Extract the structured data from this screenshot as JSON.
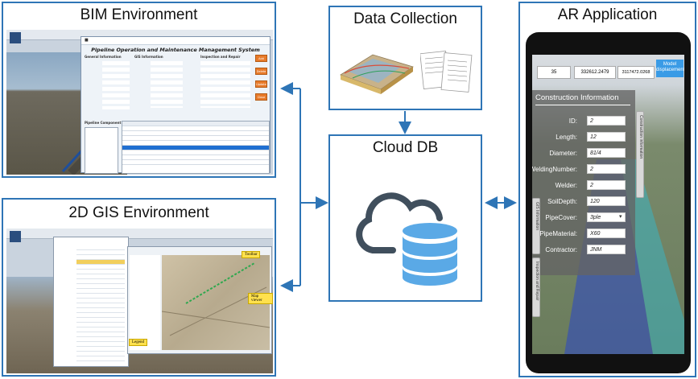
{
  "boxes": {
    "bim": {
      "title": "BIM Environment"
    },
    "gis": {
      "title": "2D GIS Environment"
    },
    "data_collection": {
      "title": "Data Collection"
    },
    "cloud_db": {
      "title": "Cloud DB"
    },
    "ar": {
      "title": "AR Application"
    }
  },
  "bim_window": {
    "title": "Pipeline Operation and Maintenance Management System",
    "buttons": [
      "Add",
      "Delete",
      "Update",
      "Close"
    ],
    "sections": [
      "General Information",
      "GIS Information",
      "Inspection and Repair",
      "Pipeline Component Data"
    ]
  },
  "gis_window": {
    "callouts": [
      "Toolbar",
      "Map viewer",
      "Legend"
    ]
  },
  "ar_panel": {
    "top_values": [
      "35",
      "332612.2479",
      "3117472.0268"
    ],
    "model_button": "Model displacement",
    "header": "Construction Information",
    "side_tab": "Construction information",
    "left_tabs": [
      "GIS Information",
      "Inspection and Repair"
    ],
    "fields": [
      {
        "label": "ID:",
        "value": "2"
      },
      {
        "label": "Length:",
        "value": "12"
      },
      {
        "label": "Diameter:",
        "value": "81/4"
      },
      {
        "label": "WeldingNumber:",
        "value": "2"
      },
      {
        "label": "Welder:",
        "value": "2"
      },
      {
        "label": "SoilDepth:",
        "value": "120"
      },
      {
        "label": "PipeCover:",
        "value": "3ple"
      },
      {
        "label": "PipeMaterial:",
        "value": "X60"
      },
      {
        "label": "Contractor:",
        "value": "JNM"
      }
    ]
  },
  "colors": {
    "border": "#2e75b6",
    "arrow": "#2e75b6",
    "cloud_dark": "#404f5d",
    "db_blue": "#5aa9e6"
  }
}
